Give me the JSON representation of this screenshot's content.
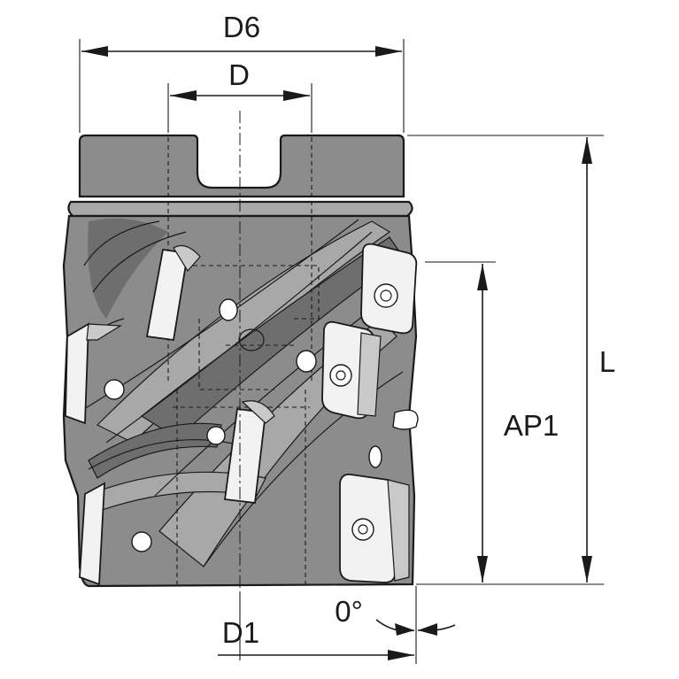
{
  "labels": {
    "d6": "D6",
    "d": "D",
    "l": "L",
    "ap1": "AP1",
    "d1": "D1",
    "angle": "0°"
  }
}
